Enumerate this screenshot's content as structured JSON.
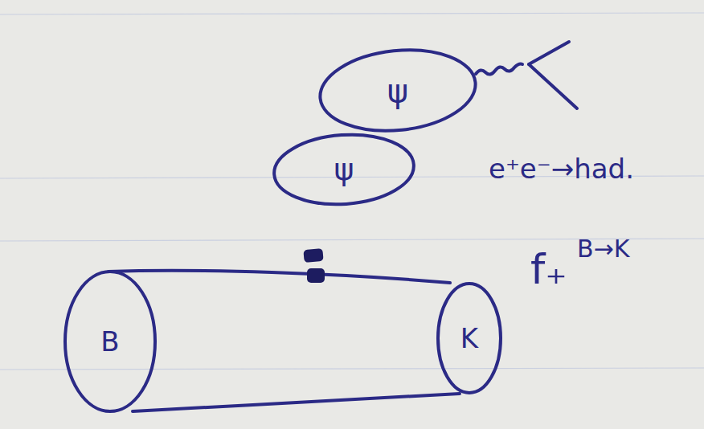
{
  "diagram": {
    "nodes": [
      {
        "text": [
          "ψ"
        ]
      },
      {
        "text": [
          "ψ"
        ]
      },
      {
        "text": [
          "B"
        ]
      },
      {
        "text": [
          "K"
        ]
      }
    ],
    "labels": [
      "e⁺e⁻→had.",
      "f₊",
      "B→K"
    ]
  }
}
